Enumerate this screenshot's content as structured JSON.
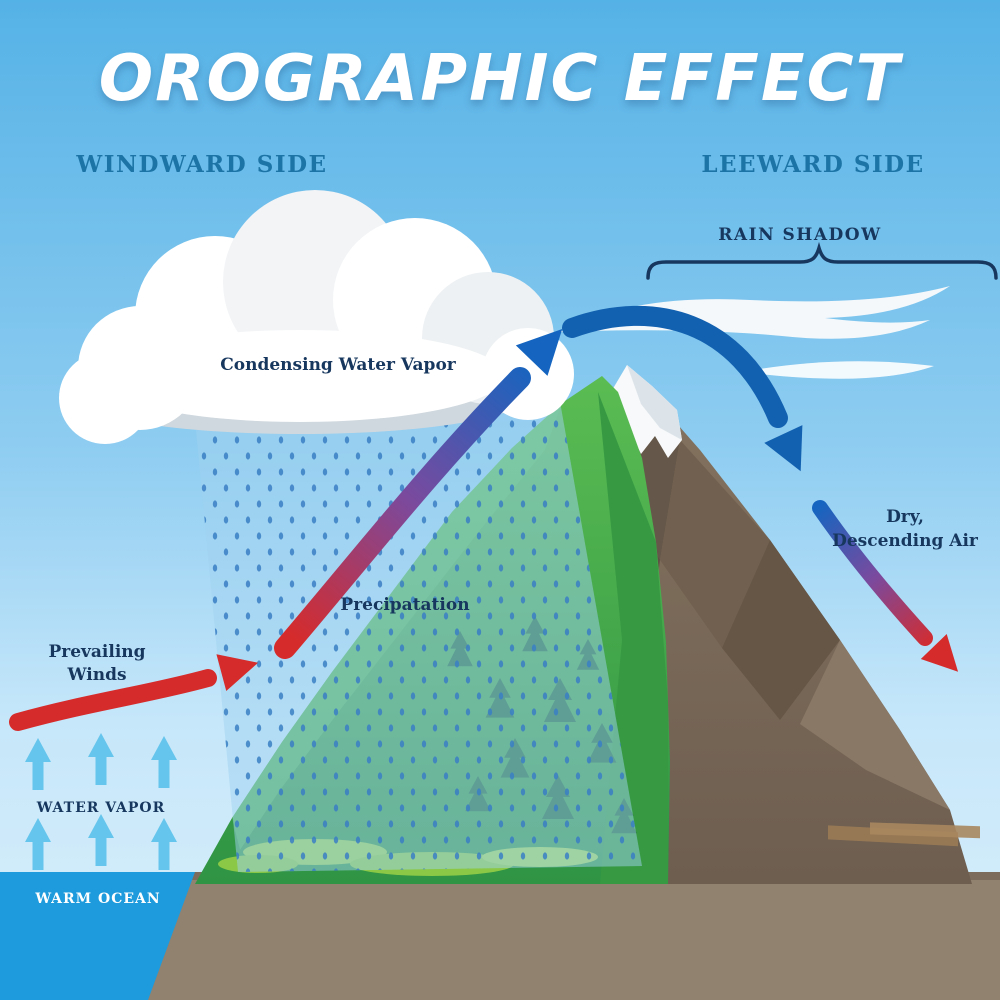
{
  "title": "OROGRAPHIC EFFECT",
  "labels": {
    "windward": "WINDWARD SIDE",
    "leeward": "LEEWARD SIDE",
    "rain_shadow": "RAIN SHADOW",
    "condensing": "Condensing Water Vapor",
    "precipitation": "Precipatation",
    "prevailing_line1": "Prevailing",
    "prevailing_line2": "Winds",
    "water_vapor": "WATER VAPOR",
    "warm_ocean": "WARM OCEAN",
    "dry_line1": "Dry,",
    "dry_line2": "Descending Air"
  },
  "colors": {
    "sky_top": "#55b2e6",
    "sky_bottom": "#d9effb",
    "title_text": "#ffffff",
    "side_heading": "#1c74a6",
    "label_navy": "#17375e",
    "arrow_red": "#d62b2b",
    "arrow_blue": "#1565c0",
    "vapor_arrow": "#66c5ec",
    "ocean": "#1e9bdc",
    "ground": "#91816f",
    "mountain_green": "#43a94c",
    "mountain_brown": "#7a6a5c",
    "snow": "#f7f9fa",
    "cloud": "#ffffff",
    "cloud_shade": "#cfd8de",
    "rain_drop": "#3a7fc4"
  }
}
